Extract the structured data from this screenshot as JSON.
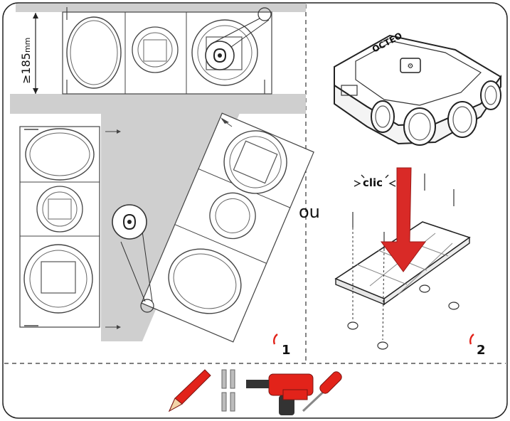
{
  "labels": {
    "clearance": "≥185",
    "clearance_unit": "mm",
    "or_word": "ou",
    "clic": "clic",
    "brand": "OCTEO",
    "step_1": "1",
    "step_2": "2"
  },
  "tools": [
    "pencil-icon",
    "wall-plug-icon",
    "drill-icon",
    "screwdriver-icon"
  ],
  "colors": {
    "wall_gray": "#cfcfcf",
    "arrow_red": "#d92a27",
    "accent_red": "#e2231a",
    "line": "#333333"
  }
}
